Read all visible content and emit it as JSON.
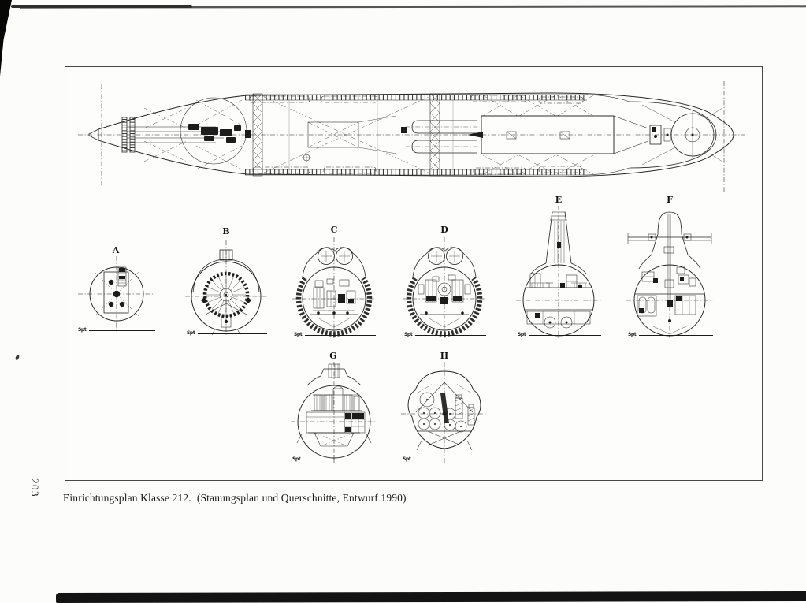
{
  "page": {
    "number": "203",
    "caption": "Einrichtungsplan Klasse 212.  (Stauungsplan und Querschnitte, Entwurf 1990)"
  },
  "figure": {
    "alt": "Submarine class 212 stowage plan: top plan view of hull and eight cross sections",
    "sections": [
      {
        "label": "A",
        "scale_label": "Spt"
      },
      {
        "label": "B",
        "scale_label": "Spt"
      },
      {
        "label": "C",
        "scale_label": "Spt"
      },
      {
        "label": "D",
        "scale_label": "Spt"
      },
      {
        "label": "E",
        "scale_label": "Spt"
      },
      {
        "label": "F",
        "scale_label": "Spt"
      },
      {
        "label": "G",
        "scale_label": "Spt"
      },
      {
        "label": "H",
        "scale_label": "Spt"
      }
    ]
  },
  "colors": {
    "ink": "#242424",
    "paper": "#fcfcfb",
    "scan_edge": "#131313"
  }
}
